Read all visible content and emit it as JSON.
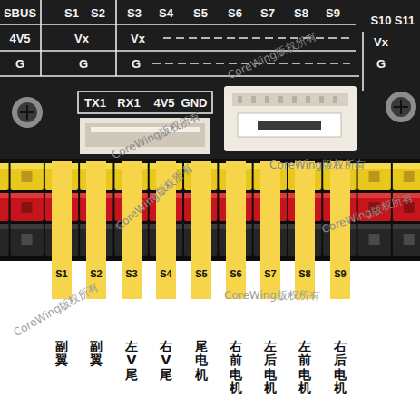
{
  "diagram": {
    "nodes": [
      {
        "text": [
          "S1",
          "副翼"
        ]
      },
      {
        "text": [
          "S2",
          "副翼"
        ]
      },
      {
        "text": [
          "S3",
          "左V尾"
        ]
      },
      {
        "text": [
          "S4",
          "右V尾"
        ]
      },
      {
        "text": [
          "S5",
          "尾电机"
        ]
      },
      {
        "text": [
          "S6",
          "右前电机"
        ]
      },
      {
        "text": [
          "S7",
          "左后电机"
        ]
      },
      {
        "text": [
          "S8",
          "左前电机"
        ]
      },
      {
        "text": [
          "S9",
          "右后电机"
        ]
      }
    ],
    "labels": [
      "SBUS",
      "S1",
      "S2",
      "S3",
      "S4",
      "S5",
      "S6",
      "S7",
      "S8",
      "S9",
      "4V5",
      "Vx",
      "Vx",
      "G",
      "G",
      "G",
      "S10",
      "S11",
      "Vx",
      "G",
      "TX1",
      "RX1",
      "4V5",
      "GND",
      "CoreWing版权所有",
      "CoreWing版权所有",
      "CoreWing版权所有",
      "CoreWing版权所有",
      "CoreWing版权所有",
      "CoreWing版权所有",
      "CoreWing版权所有"
    ]
  }
}
